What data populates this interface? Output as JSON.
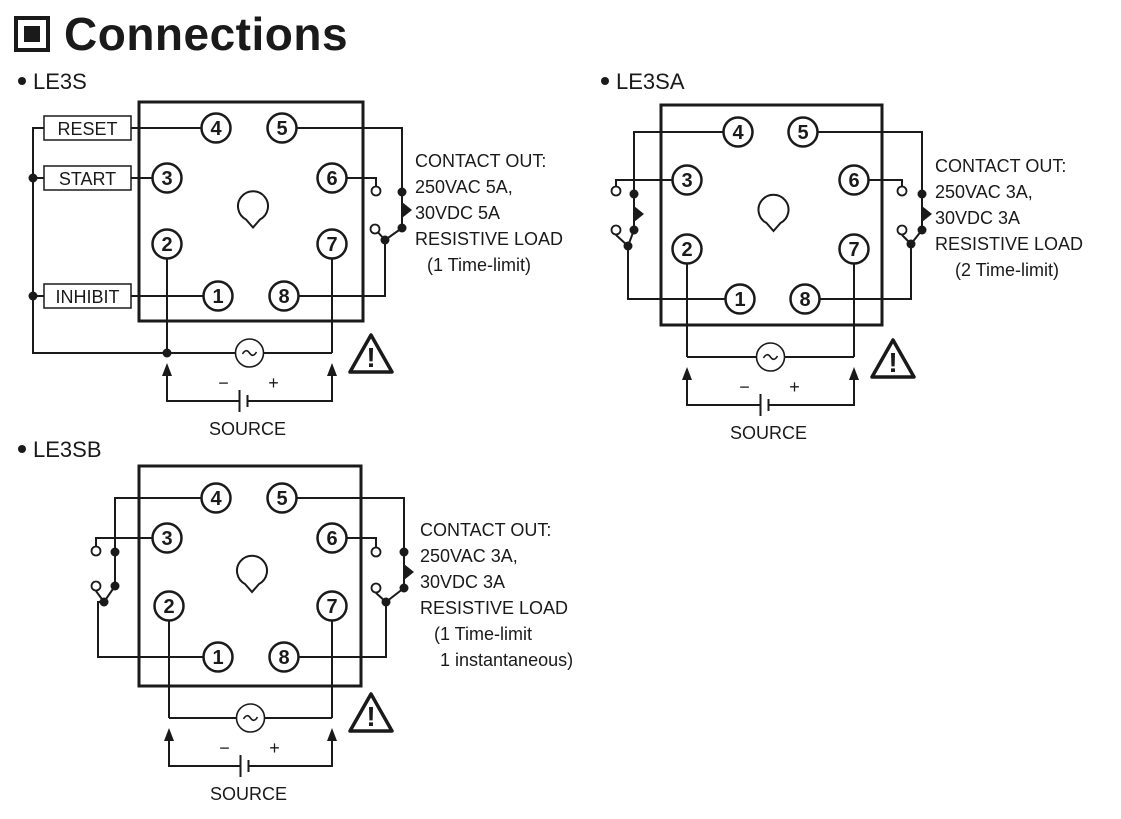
{
  "heading": {
    "text": "Connections"
  },
  "models": [
    {
      "id": "LE3S",
      "label": "LE3S",
      "spec": [
        "CONTACT OUT:",
        "250VAC 5A,",
        "30VDC 5A",
        "RESISTIVE LOAD",
        "(1 Time-limit)"
      ],
      "inputs": [
        "RESET",
        "START",
        "INHIBIT"
      ],
      "source_label": "SOURCE"
    },
    {
      "id": "LE3SA",
      "label": "LE3SA",
      "spec": [
        "CONTACT OUT:",
        "250VAC 3A,",
        "30VDC 3A",
        "RESISTIVE LOAD",
        "(2 Time-limit)"
      ],
      "source_label": "SOURCE"
    },
    {
      "id": "LE3SB",
      "label": "LE3SB",
      "spec": [
        "CONTACT OUT:",
        "250VAC 3A,",
        "30VDC 3A",
        "RESISTIVE LOAD",
        "(1 Time-limit",
        "1 instantaneous)"
      ],
      "source_label": "SOURCE"
    }
  ],
  "pins": [
    "1",
    "2",
    "3",
    "4",
    "5",
    "6",
    "7",
    "8"
  ],
  "symbols": {
    "minus": "−",
    "plus": "+",
    "ac": "~",
    "warning": "!"
  },
  "colors": {
    "ink": "#1a1a1a",
    "paper": "#ffffff"
  }
}
